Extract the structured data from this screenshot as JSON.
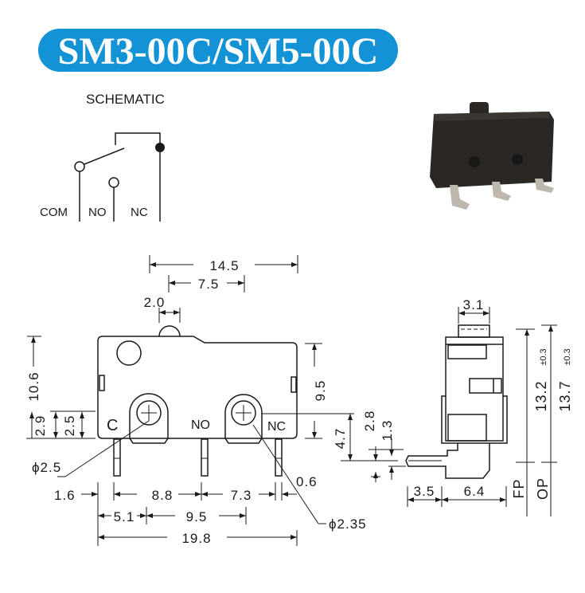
{
  "title": "SM3-00C/SM5-00C",
  "colors": {
    "title_bg": "#1492d6",
    "line": "#1a1a1a",
    "photo_body": "#2a2724",
    "photo_pin": "#bdb7ae"
  },
  "schematic": {
    "heading": "SCHEMATIC",
    "com": "COM",
    "no": "NO",
    "nc": "NC"
  },
  "front_view": {
    "terminal_labels": {
      "c": "C",
      "no": "NO",
      "nc": "NC"
    },
    "dims": {
      "overall_top": "14.5",
      "actuator_offset": "7.5",
      "actuator_width": "2.0",
      "height": "10.6",
      "h_2_9": "2.9",
      "h_2_5": "2.5",
      "h_9_5": "9.5",
      "h_4_7": "4.7",
      "hole_left": "ϕ2.5",
      "hole_right": "ϕ2.35",
      "pin_offset": "1.6",
      "pitch_1": "8.8",
      "pitch_2": "7.3",
      "pin_width": "0.6",
      "hole_offset": "5.1",
      "hole_pitch": "9.5",
      "length": "19.8"
    }
  },
  "side_view": {
    "dims": {
      "actuator_width": "3.1",
      "fp": "13.2",
      "op": "13.7",
      "tol": "±0.3",
      "d_2_8": "2.8",
      "d_1_3": "1.3",
      "d_3_5": "3.5",
      "d_6_4": "6.4"
    },
    "labels": {
      "fp": "FP",
      "op": "OP"
    }
  }
}
